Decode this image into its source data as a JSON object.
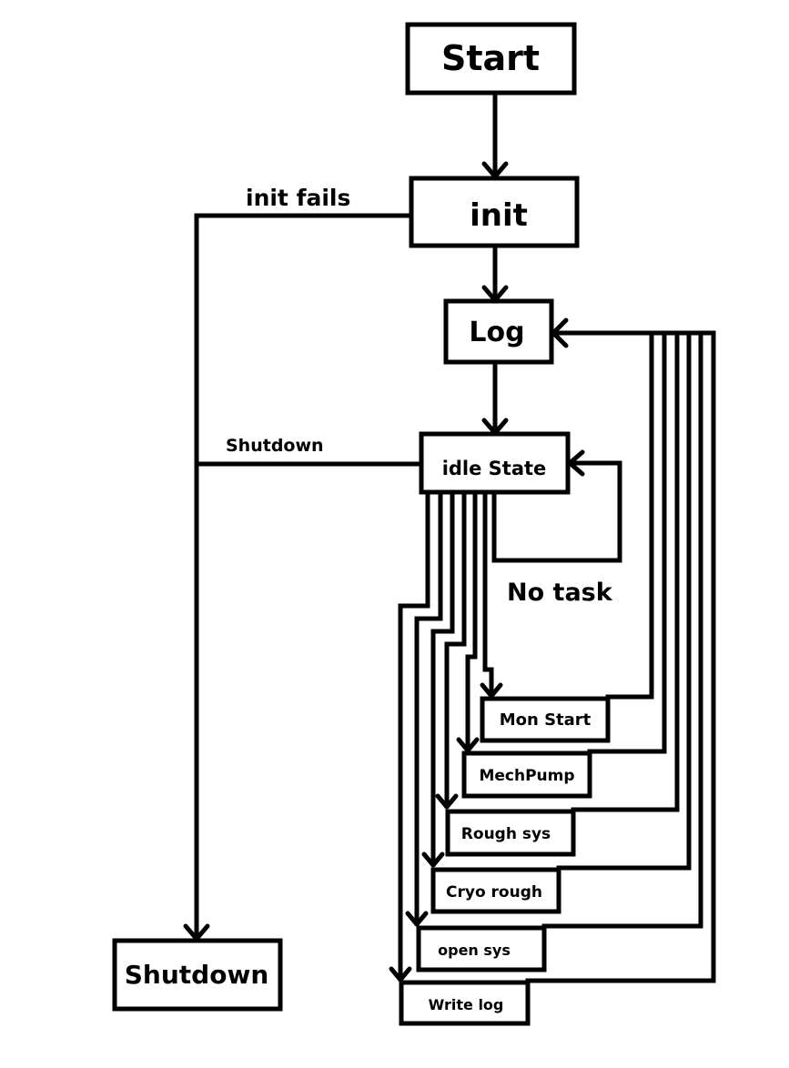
{
  "nodes": {
    "start": "Start",
    "init": "init",
    "log": "Log",
    "idle": "idle State",
    "shutdown": "Shutdown",
    "mon_start": "Mon Start",
    "mech_pump": "MechPump",
    "rough_sys": "Rough sys",
    "cryo_rough": "Cryo rough",
    "open_sys": "open sys",
    "write_log": "Write log"
  },
  "edge_labels": {
    "init_fails": "init fails",
    "shutdown": "Shutdown",
    "no_task": "No task"
  }
}
